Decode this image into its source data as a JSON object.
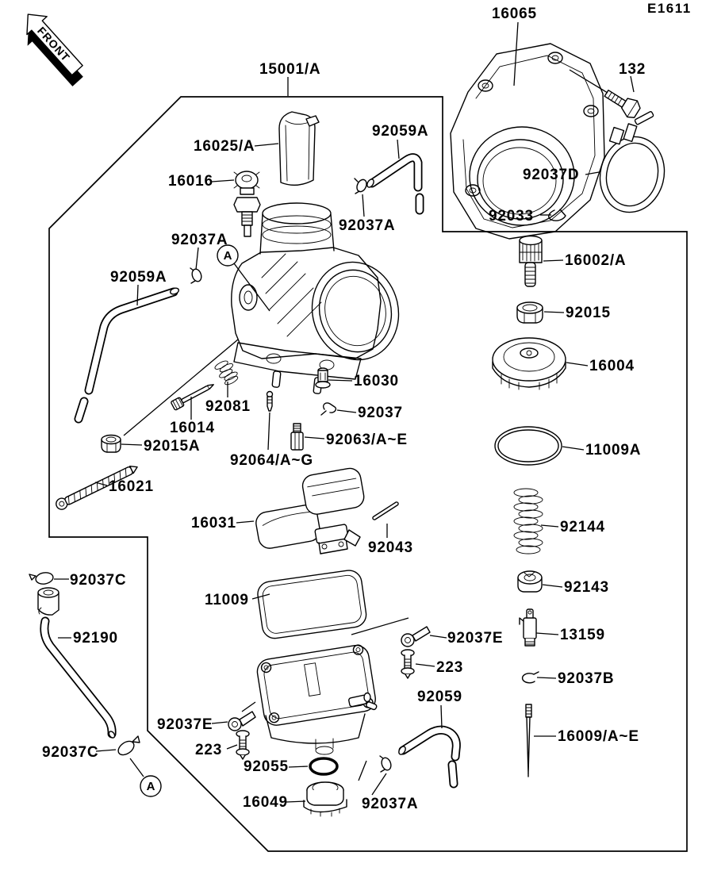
{
  "page": {
    "code": "E1611",
    "background": "#ffffff",
    "line_color": "#000000"
  },
  "front_marker": {
    "text": "FRONT"
  },
  "callout": {
    "letter": "A"
  },
  "parts": [
    {
      "id": "15001A",
      "label": "15001/A"
    },
    {
      "id": "16065",
      "label": "16065"
    },
    {
      "id": "132",
      "label": "132"
    },
    {
      "id": "16025A",
      "label": "16025/A"
    },
    {
      "id": "16016",
      "label": "16016"
    },
    {
      "id": "92059A_top",
      "label": "92059A"
    },
    {
      "id": "92037A_top",
      "label": "92037A"
    },
    {
      "id": "92037D",
      "label": "92037D"
    },
    {
      "id": "92033",
      "label": "92033"
    },
    {
      "id": "92037A_left",
      "label": "92037A"
    },
    {
      "id": "92059A_left",
      "label": "92059A"
    },
    {
      "id": "16002A",
      "label": "16002/A"
    },
    {
      "id": "92015",
      "label": "92015"
    },
    {
      "id": "16004",
      "label": "16004"
    },
    {
      "id": "11009A",
      "label": "11009A"
    },
    {
      "id": "92144",
      "label": "92144"
    },
    {
      "id": "92143",
      "label": "92143"
    },
    {
      "id": "13159",
      "label": "13159"
    },
    {
      "id": "92037B",
      "label": "92037B"
    },
    {
      "id": "16009AE",
      "label": "16009/A~E"
    },
    {
      "id": "16030",
      "label": "16030"
    },
    {
      "id": "92037",
      "label": "92037"
    },
    {
      "id": "92063AE",
      "label": "92063/A~E"
    },
    {
      "id": "92064AG",
      "label": "92064/A~G"
    },
    {
      "id": "92081",
      "label": "92081"
    },
    {
      "id": "16014",
      "label": "16014"
    },
    {
      "id": "92015A",
      "label": "92015A"
    },
    {
      "id": "16021",
      "label": "16021"
    },
    {
      "id": "16031",
      "label": "16031"
    },
    {
      "id": "92043",
      "label": "92043"
    },
    {
      "id": "11009",
      "label": "11009"
    },
    {
      "id": "92037C_top",
      "label": "92037C"
    },
    {
      "id": "92190",
      "label": "92190"
    },
    {
      "id": "92037C_bottom",
      "label": "92037C"
    },
    {
      "id": "92037E_left",
      "label": "92037E"
    },
    {
      "id": "223_left",
      "label": "223"
    },
    {
      "id": "92055",
      "label": "92055"
    },
    {
      "id": "16049",
      "label": "16049"
    },
    {
      "id": "92037E_right",
      "label": "92037E"
    },
    {
      "id": "223_right",
      "label": "223"
    },
    {
      "id": "92059",
      "label": "92059"
    },
    {
      "id": "92037A_bottom",
      "label": "92037A"
    }
  ]
}
